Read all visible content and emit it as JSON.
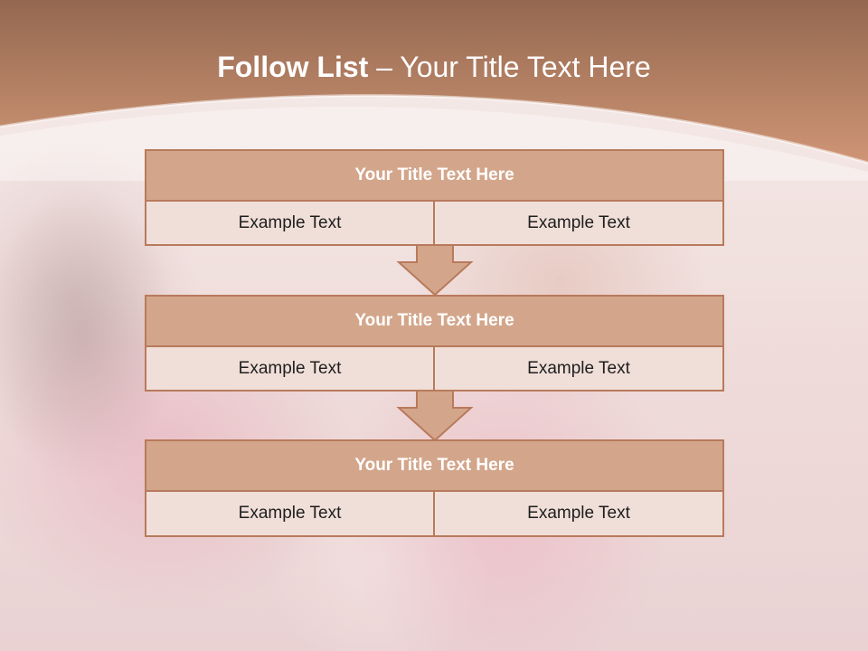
{
  "slide": {
    "title_bold": "Follow List",
    "title_rest": " – Your Title Text Here"
  },
  "colors": {
    "header_top": "#946850",
    "header_bottom": "#cf9575",
    "title_cell_fill": "#d3a68b",
    "body_cell_fill": "#f0dfd8",
    "border": "#b87a5c",
    "arrow_fill": "#d3a68b"
  },
  "blocks": [
    {
      "title": "Your Title Text Here",
      "cells": [
        "Example Text",
        "Example Text"
      ]
    },
    {
      "title": "Your Title Text Here",
      "cells": [
        "Example Text",
        "Example Text"
      ]
    },
    {
      "title": "Your Title Text Here",
      "cells": [
        "Example Text",
        "Example Text"
      ]
    }
  ],
  "icons": {
    "connector": "down-arrow-icon"
  }
}
